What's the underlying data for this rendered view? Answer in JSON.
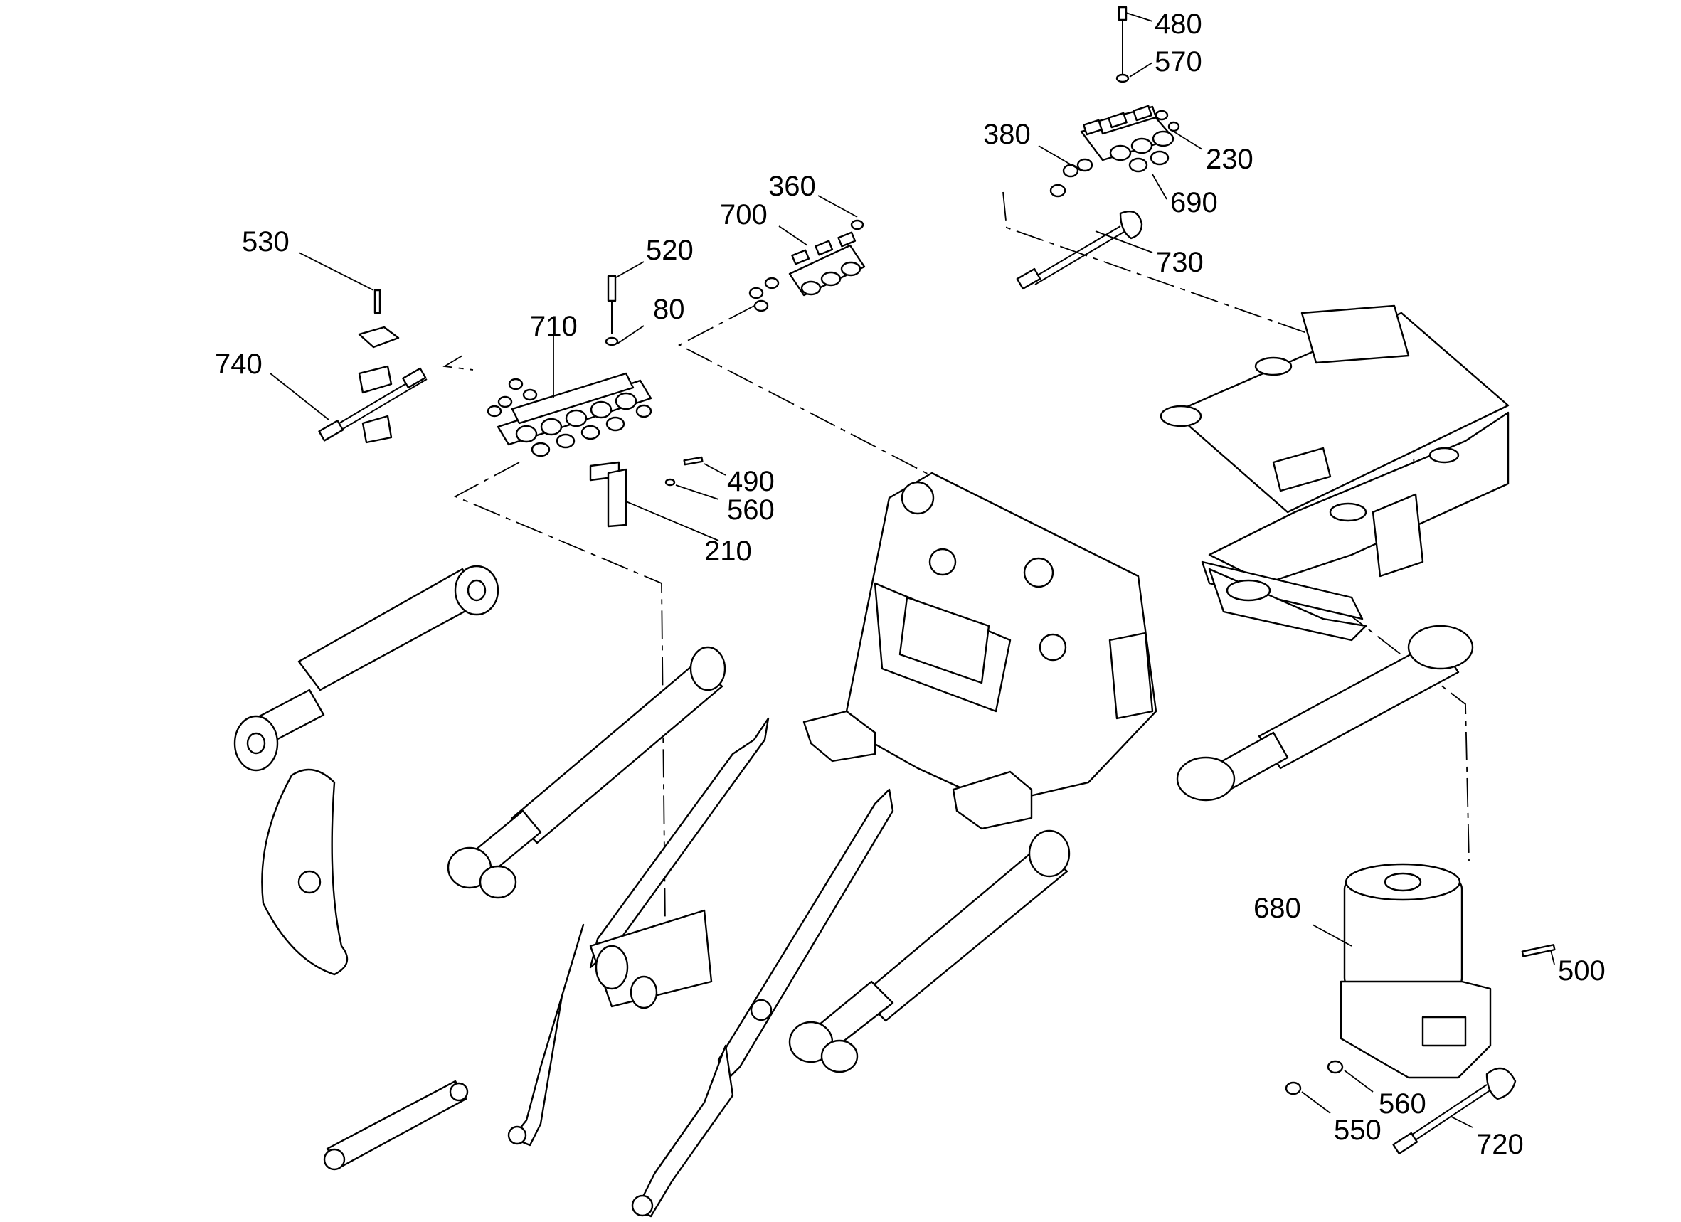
{
  "diagram": {
    "callouts": [
      {
        "id": "480",
        "text": "480"
      },
      {
        "id": "570",
        "text": "570"
      },
      {
        "id": "380",
        "text": "380"
      },
      {
        "id": "230",
        "text": "230"
      },
      {
        "id": "690",
        "text": "690"
      },
      {
        "id": "730",
        "text": "730"
      },
      {
        "id": "360",
        "text": "360"
      },
      {
        "id": "700",
        "text": "700"
      },
      {
        "id": "530",
        "text": "530"
      },
      {
        "id": "520",
        "text": "520"
      },
      {
        "id": "80",
        "text": "80"
      },
      {
        "id": "710",
        "text": "710"
      },
      {
        "id": "740",
        "text": "740"
      },
      {
        "id": "490",
        "text": "490"
      },
      {
        "id": "560a",
        "text": "560"
      },
      {
        "id": "210",
        "text": "210"
      },
      {
        "id": "680",
        "text": "680"
      },
      {
        "id": "500",
        "text": "500"
      },
      {
        "id": "560b",
        "text": "560"
      },
      {
        "id": "550",
        "text": "550"
      },
      {
        "id": "720",
        "text": "720"
      }
    ]
  }
}
